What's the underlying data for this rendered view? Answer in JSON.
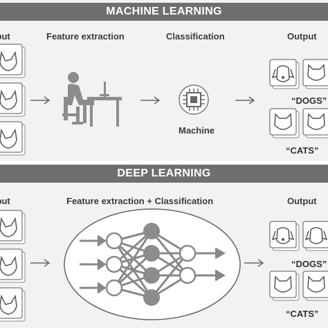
{
  "machine_learning": {
    "title": "MACHINE LEARNING",
    "input_label": "Input",
    "step1_label": "Feature extraction",
    "step2_label": "Classification",
    "machine_label": "Machine",
    "output_label": "Output",
    "class_dogs": "“DOGS”",
    "class_cats": "“CATS”"
  },
  "deep_learning": {
    "title": "DEEP LEARNING",
    "input_label": "Input",
    "step_label": "Feature extraction + Classification",
    "output_label": "Output",
    "class_dogs": "“DOGS”",
    "class_cats": "“CATS”"
  },
  "icons": {
    "input_images": "cat-photo-icon",
    "person": "person-at-computer-icon",
    "machine": "microchip-icon",
    "dog": "dog-face-icon",
    "cat": "cat-face-icon",
    "network": "neural-network-icon",
    "arrow": "right-arrow-icon"
  },
  "colors": {
    "banner": "#6f6f6f",
    "panel": "#f2f2f2",
    "icon": "#8c8c8c"
  }
}
